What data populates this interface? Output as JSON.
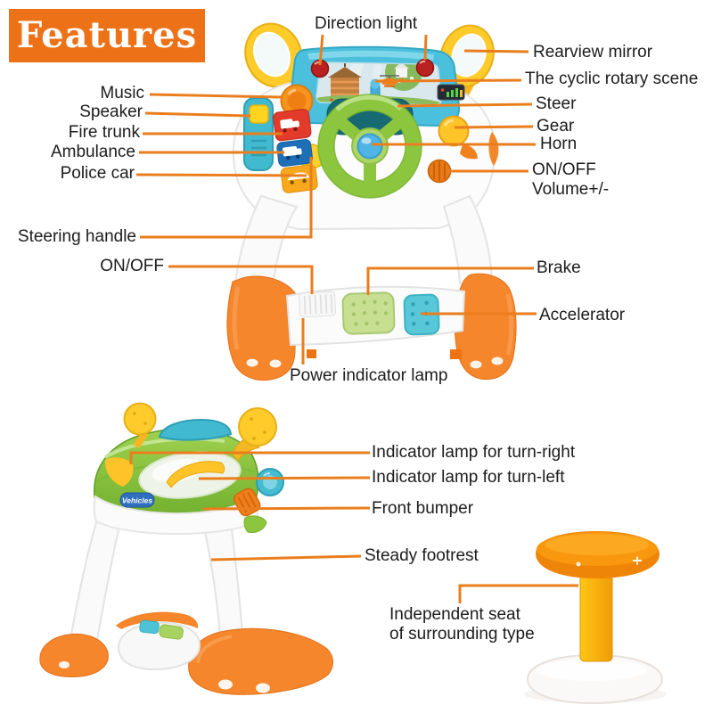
{
  "banner": {
    "label": "Features"
  },
  "palette": {
    "banner_bg": "#ED7117",
    "leader_line": "#EA7E1E",
    "label_text": "#1C1C1C",
    "toy_green": "#8CC63E",
    "toy_blue": "#4AC0DC",
    "toy_orange": "#F5862B",
    "toy_yellow": "#FFCB2B",
    "toy_white": "#FAFAFA"
  },
  "front_view": {
    "name": "toy driving station front view",
    "labels": {
      "direction_light": "Direction light",
      "rearview_mirror": "Rearview mirror",
      "cyclic_rotary_scene": "The cyclic rotary scene",
      "steer": "Steer",
      "gear": "Gear",
      "horn": "Horn",
      "on_off_volume": [
        "ON/OFF",
        "Volume+/-"
      ],
      "music": "Music",
      "speaker": "Speaker",
      "fire_trunk": "Fire trunk",
      "ambulance": "Ambulance",
      "police_car": "Police car",
      "steering_handle": "Steering handle",
      "on_off": "ON/OFF",
      "brake": "Brake",
      "accelerator": "Accelerator",
      "power_indicator_lamp": "Power indicator lamp"
    }
  },
  "side_view": {
    "name": "toy driving station side view",
    "badge": "Vehicles",
    "labels": {
      "turn_right": "Indicator lamp for turn-right",
      "turn_left": "Indicator lamp for turn-left",
      "front_bumper": "Front bumper",
      "steady_footrest": "Steady footrest",
      "independent_seat": [
        "Independent seat",
        "of surrounding type"
      ]
    }
  }
}
